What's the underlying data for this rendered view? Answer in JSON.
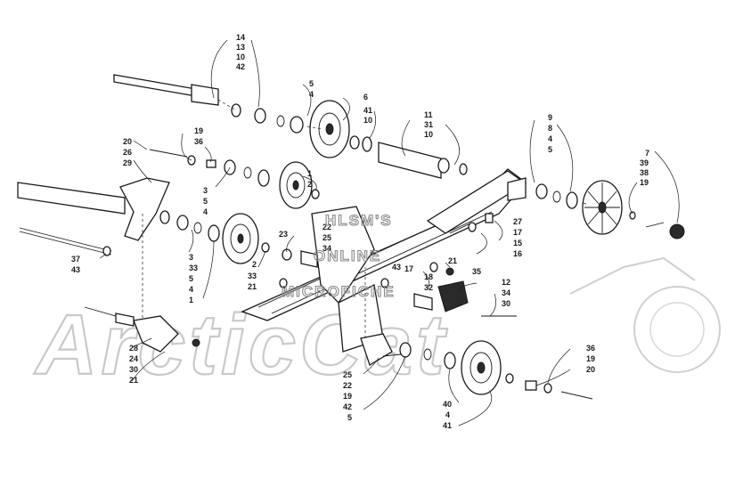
{
  "watermark": {
    "line1": "HLSM'S",
    "line2": "ONLINE",
    "line3": "MICROFICHE"
  },
  "logo_text": "ArcticCat",
  "callouts": [
    {
      "t": "14"
    },
    {
      "t": "13"
    },
    {
      "t": "10"
    },
    {
      "t": "42"
    },
    {
      "t": "5"
    },
    {
      "t": "4"
    },
    {
      "t": "6"
    },
    {
      "t": "41"
    },
    {
      "t": "10"
    },
    {
      "t": "11"
    },
    {
      "t": "31"
    },
    {
      "t": "10"
    },
    {
      "t": "9"
    },
    {
      "t": "8"
    },
    {
      "t": "4"
    },
    {
      "t": "5"
    },
    {
      "t": "7"
    },
    {
      "t": "39"
    },
    {
      "t": "38"
    },
    {
      "t": "19"
    },
    {
      "t": "20"
    },
    {
      "t": "26"
    },
    {
      "t": "29"
    },
    {
      "t": "19"
    },
    {
      "t": "36"
    },
    {
      "t": "3"
    },
    {
      "t": "5"
    },
    {
      "t": "4"
    },
    {
      "t": "1"
    },
    {
      "t": "2"
    },
    {
      "t": "22"
    },
    {
      "t": "25"
    },
    {
      "t": "34"
    },
    {
      "t": "27"
    },
    {
      "t": "17"
    },
    {
      "t": "15"
    },
    {
      "t": "16"
    },
    {
      "t": "23"
    },
    {
      "t": "3"
    },
    {
      "t": "33"
    },
    {
      "t": "5"
    },
    {
      "t": "4"
    },
    {
      "t": "1"
    },
    {
      "t": "37"
    },
    {
      "t": "43"
    },
    {
      "t": "2"
    },
    {
      "t": "33"
    },
    {
      "t": "21"
    },
    {
      "t": "43"
    },
    {
      "t": "17"
    },
    {
      "t": "18"
    },
    {
      "t": "32"
    },
    {
      "t": "21"
    },
    {
      "t": "35"
    },
    {
      "t": "12"
    },
    {
      "t": "34"
    },
    {
      "t": "30"
    },
    {
      "t": "28"
    },
    {
      "t": "24"
    },
    {
      "t": "30"
    },
    {
      "t": "21"
    },
    {
      "t": "25"
    },
    {
      "t": "22"
    },
    {
      "t": "19"
    },
    {
      "t": "42"
    },
    {
      "t": "5"
    },
    {
      "t": "40"
    },
    {
      "t": "4"
    },
    {
      "t": "41"
    },
    {
      "t": "36"
    },
    {
      "t": "19"
    },
    {
      "t": "20"
    }
  ]
}
